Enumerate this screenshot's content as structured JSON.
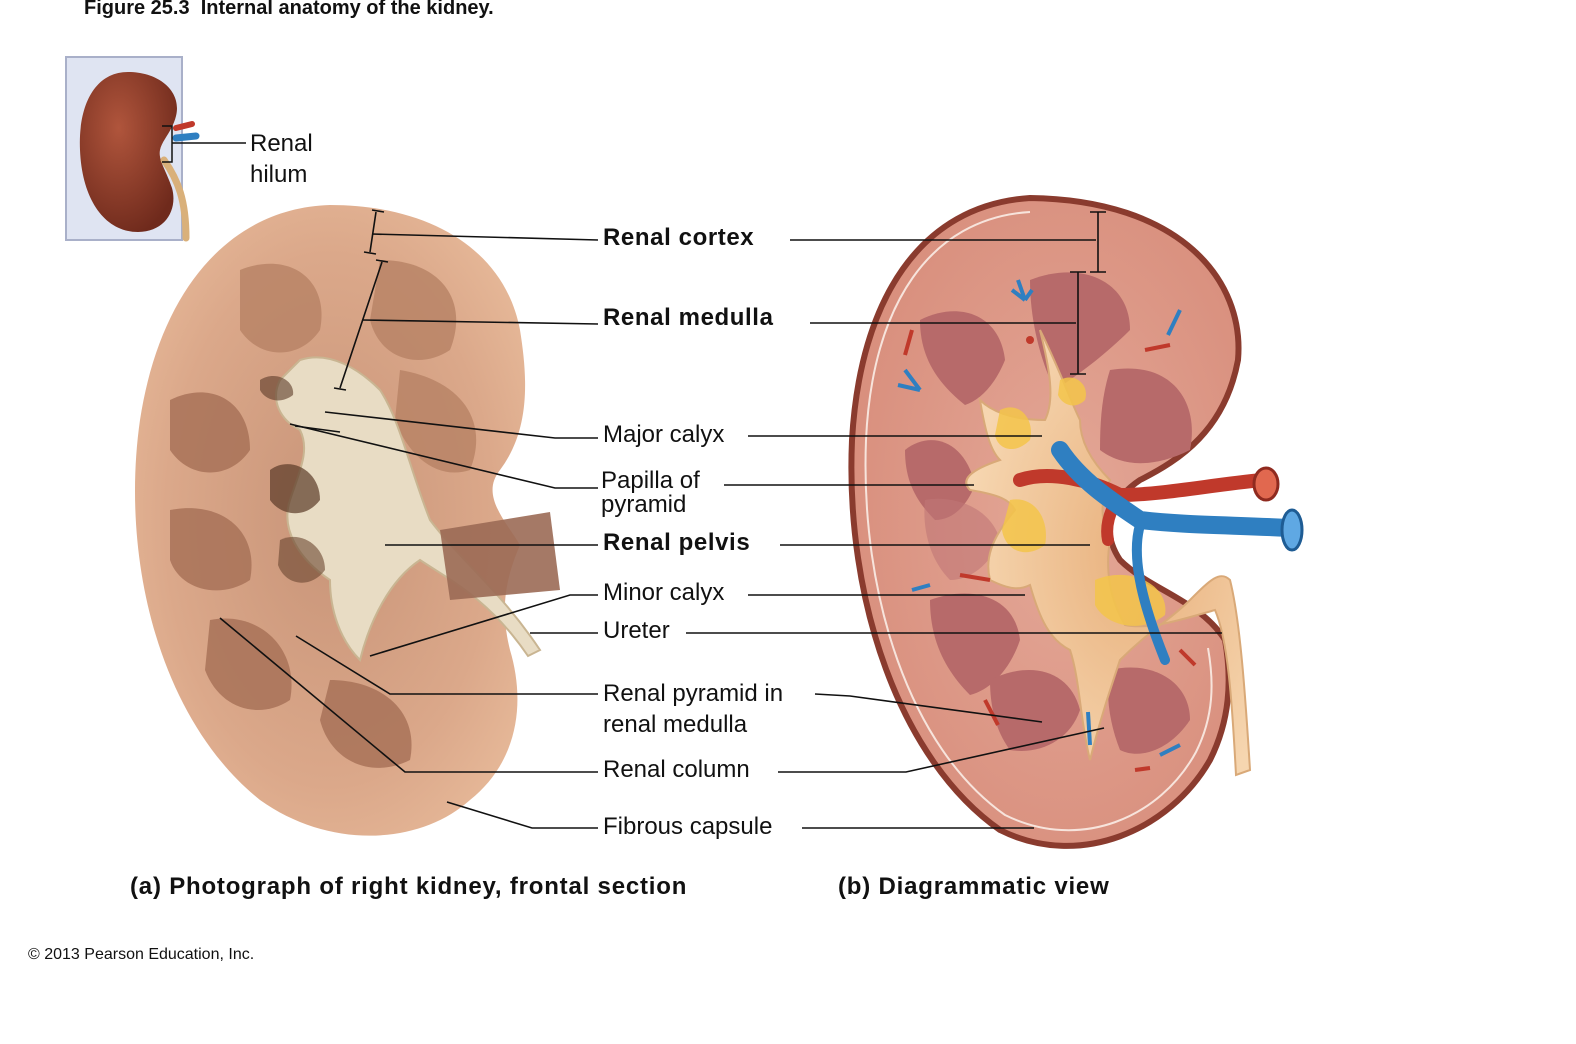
{
  "figure": {
    "title": "Figure 25.3  Internal anatomy of the kidney."
  },
  "inset": {
    "label_line1": "Renal",
    "label_line2": "hilum"
  },
  "labels": {
    "renal_cortex": "Renal cortex",
    "renal_medulla": "Renal medulla",
    "major_calyx": "Major calyx",
    "papilla_line1": "Papilla of",
    "papilla_line2": "pyramid",
    "renal_pelvis": "Renal pelvis",
    "minor_calyx": "Minor calyx",
    "ureter": "Ureter",
    "renal_pyramid_line1": "Renal pyramid in",
    "renal_pyramid_line2": "renal medulla",
    "renal_column": "Renal column",
    "fibrous_capsule": "Fibrous capsule"
  },
  "captions": {
    "a_prefix": "(a)",
    "a_text": "Photograph of right kidney, frontal section",
    "b_prefix": "(b)",
    "b_text": "Diagrammatic view"
  },
  "footer": {
    "copyright": "© 2013 Pearson Education, Inc."
  },
  "colors": {
    "photo_cortex": "#dba88a",
    "photo_medulla": "#b07a60",
    "photo_pelvis": "#e8dcc4",
    "diagram_cortex": "#dc9a88",
    "diagram_pyramid": "#b76a6a",
    "diagram_pelvis": "#f0c9a0",
    "artery": "#c0392b",
    "vein": "#2f7fc1",
    "fat": "#f3c44a",
    "inset_kidney": "#8e3a28",
    "leader_line": "#111111"
  }
}
